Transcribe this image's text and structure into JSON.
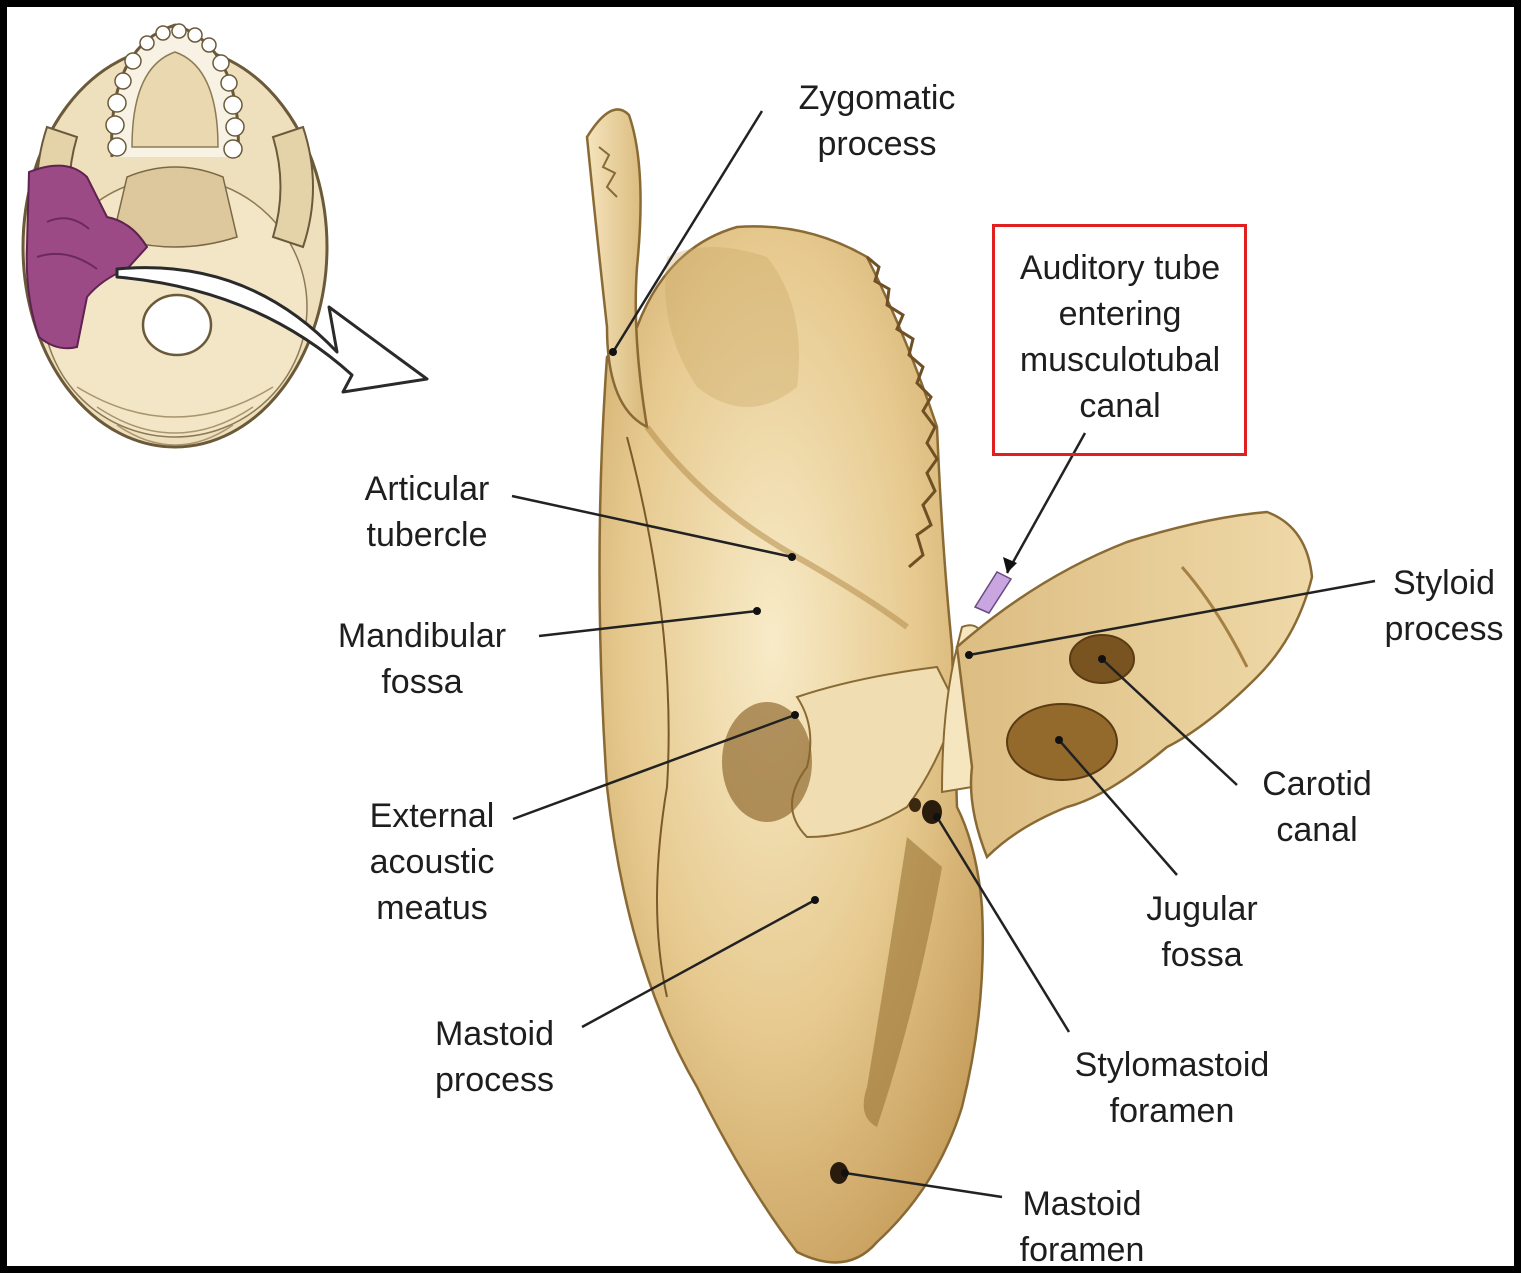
{
  "colors": {
    "bone": "#e8cf98",
    "bone_light": "#f6e7c2",
    "bone_shadow": "#b8904e",
    "bone_dark": "#7a5a2a",
    "highlight_temporal": "#9c4a86",
    "leader": "#222222",
    "highlight_box": "#e02020",
    "tube": "#c9a6e0"
  },
  "labels": {
    "zygomatic_process": [
      "Zygomatic",
      "process"
    ],
    "auditory_tube": [
      "Auditory tube",
      "entering",
      "musculotubal",
      "canal"
    ],
    "articular_tubercle": [
      "Articular",
      "tubercle"
    ],
    "mandibular_fossa": [
      "Mandibular",
      "fossa"
    ],
    "styloid_process": [
      "Styloid",
      "process"
    ],
    "external_acoustic_meatus": [
      "External",
      "acoustic",
      "meatus"
    ],
    "carotid_canal": [
      "Carotid",
      "canal"
    ],
    "jugular_fossa": [
      "Jugular",
      "fossa"
    ],
    "mastoid_process": [
      "Mastoid",
      "process"
    ],
    "stylomastoid_foramen": [
      "Stylomastoid",
      "foramen"
    ],
    "mastoid_foramen": [
      "Mastoid",
      "foramen"
    ]
  }
}
